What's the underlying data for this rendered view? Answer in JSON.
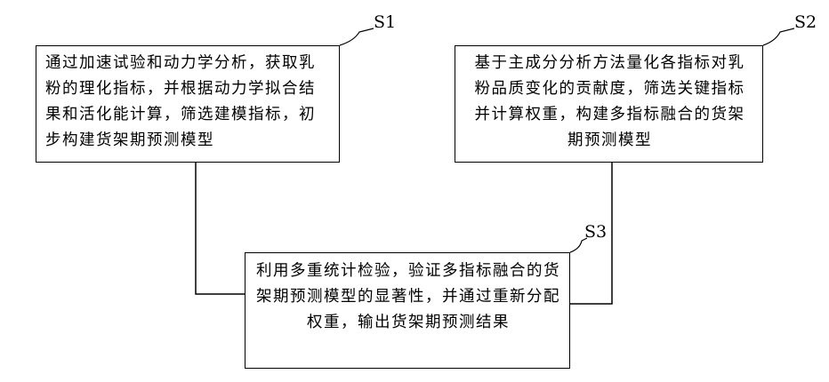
{
  "steps": {
    "s1": {
      "label": "S1",
      "text": "通过加速试验和动力学分析，获取乳粉的理化指标，并根据动力学拟合结果和活化能计算，筛选建模指标，初步构建货架期预测模型"
    },
    "s2": {
      "label": "S2",
      "text": "基于主成分分析方法量化各指标对乳粉品质变化的贡献度，筛选关键指标并计算权重，构建多指标融合的货架期预测模型"
    },
    "s3": {
      "label": "S3",
      "text": "利用多重统计检验，验证多指标融合的货架期预测模型的显著性，并通过重新分配权重，输出货架期预测结果"
    }
  }
}
